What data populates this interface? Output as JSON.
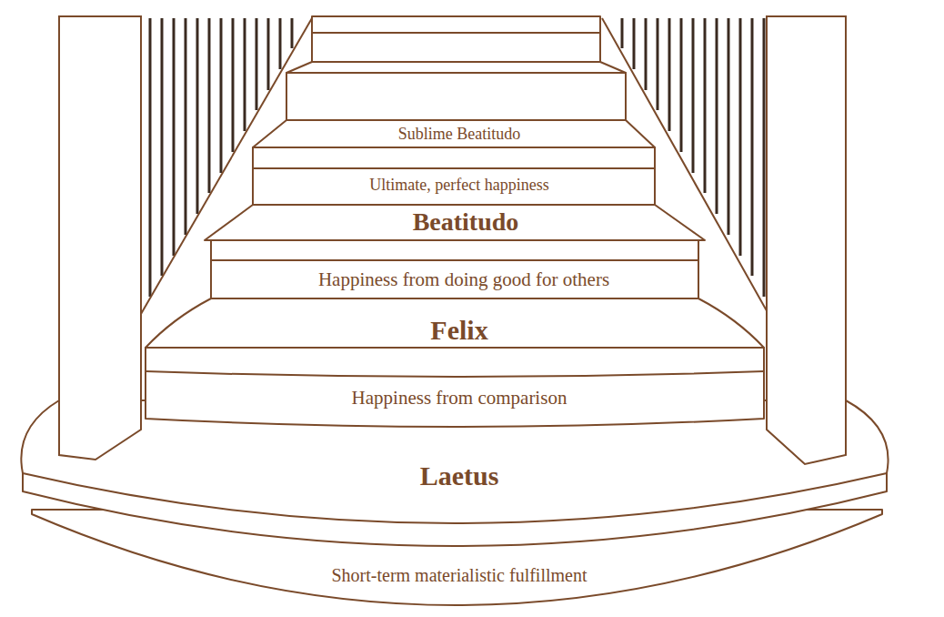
{
  "diagram": {
    "labels": [
      "Sublime Beatitudo",
      "Ultimate, perfect happiness",
      "Beatitudo",
      "Happiness from doing good for others",
      "Felix",
      "Happiness from comparison",
      "Laetus",
      "Short-term materialistic fulfillment"
    ]
  }
}
